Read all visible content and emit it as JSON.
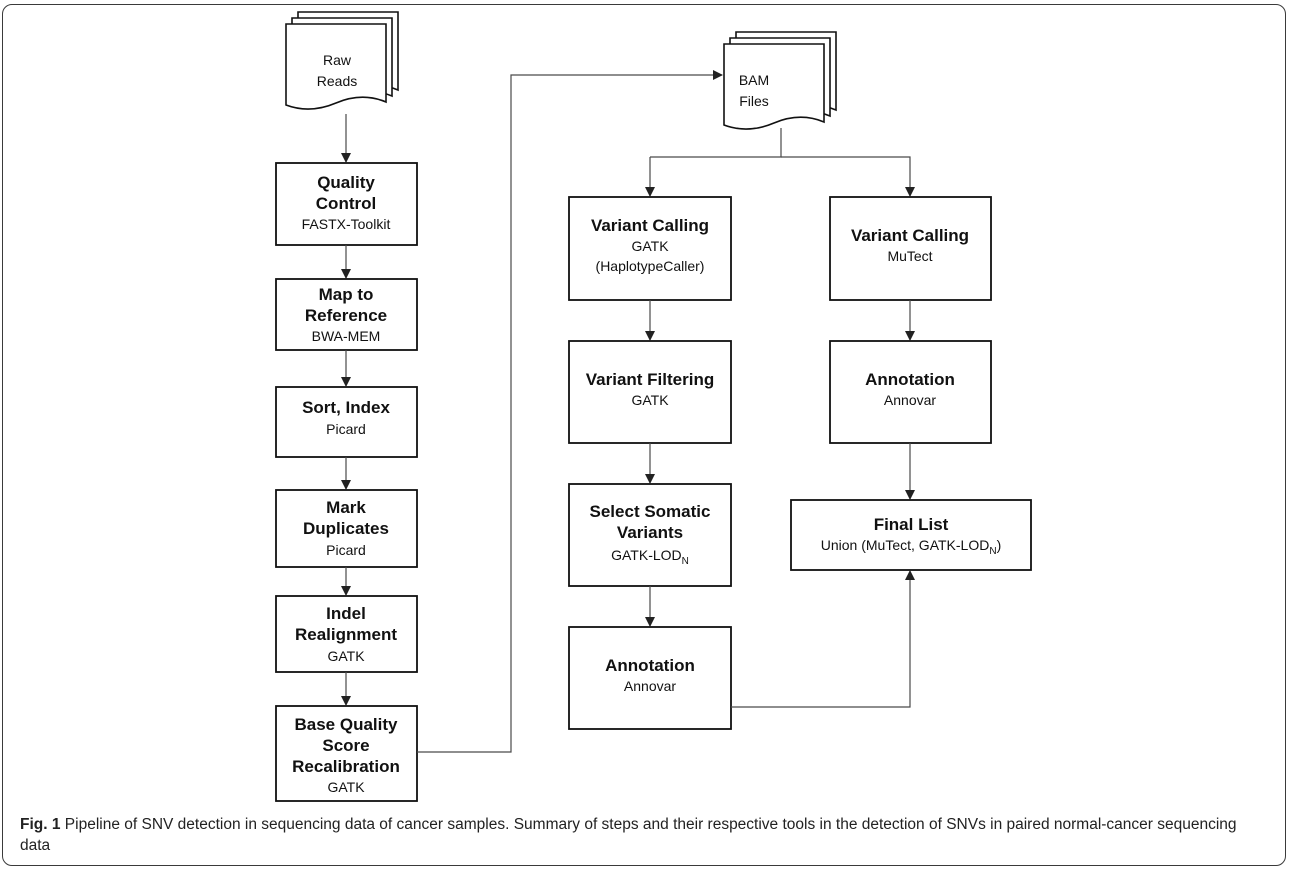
{
  "documents": {
    "raw_reads": {
      "line1": "Raw",
      "line2": "Reads"
    },
    "bam_files": {
      "line1": "BAM",
      "line2": "Files"
    }
  },
  "steps": {
    "quality_control": {
      "title1": "Quality",
      "title2": "Control",
      "tool": "FASTX-Toolkit"
    },
    "map_reference": {
      "title1": "Map to",
      "title2": "Reference",
      "tool": "BWA-MEM"
    },
    "sort_index": {
      "title1": "Sort, Index",
      "tool": "Picard"
    },
    "mark_duplicates": {
      "title1": "Mark",
      "title2": "Duplicates",
      "tool": "Picard"
    },
    "indel_realignment": {
      "title1": "Indel",
      "title2": "Realignment",
      "tool": "GATK"
    },
    "bqsr": {
      "title1": "Base Quality",
      "title2": "Score",
      "title3": "Recalibration",
      "tool": "GATK"
    },
    "variant_calling_gatk": {
      "title1": "Variant Calling",
      "tool1": "GATK",
      "tool2": "(HaplotypeCaller)"
    },
    "variant_filtering": {
      "title1": "Variant Filtering",
      "tool": "GATK"
    },
    "select_somatic": {
      "title1": "Select Somatic",
      "title2": "Variants",
      "tool": "GATK-LOD",
      "tool_sub": "N"
    },
    "annotation_left": {
      "title1": "Annotation",
      "tool": "Annovar"
    },
    "variant_calling_mutect": {
      "title1": "Variant Calling",
      "tool": "MuTect"
    },
    "annotation_right": {
      "title1": "Annotation",
      "tool": "Annovar"
    },
    "final_list": {
      "title1": "Final List",
      "tool_pre": "Union (MuTect, GATK-LOD",
      "tool_sub": "N",
      "tool_post": ")"
    }
  },
  "caption": {
    "label": "Fig. 1",
    "text": " Pipeline of SNV detection in sequencing data of cancer samples. Summary of steps and their respective tools in the detection of SNVs in paired normal-cancer sequencing data"
  }
}
